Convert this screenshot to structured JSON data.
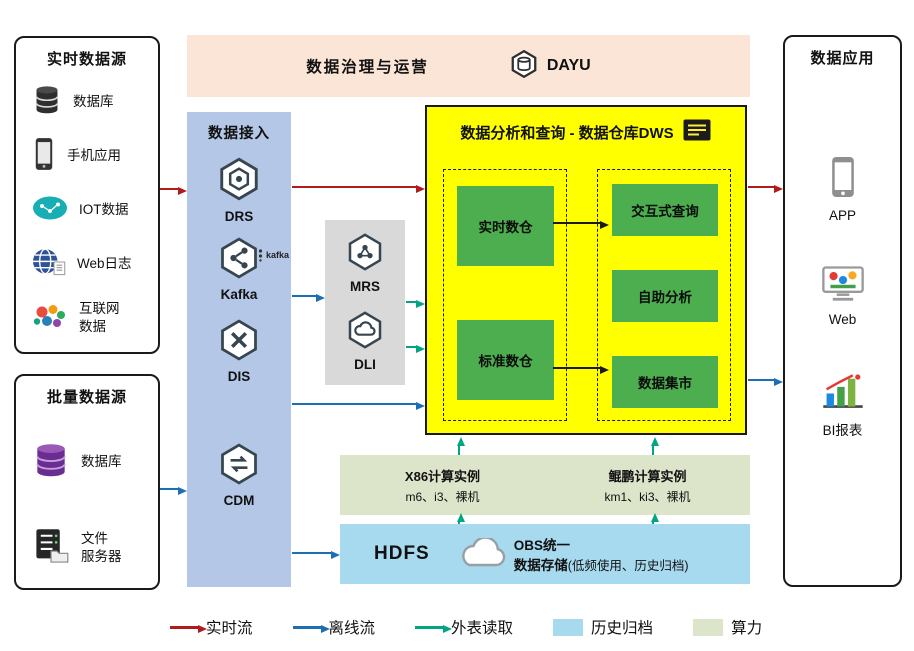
{
  "colors": {
    "red": "#b01c1c",
    "blue": "#1d6fb5",
    "teal": "#00a583",
    "yellow": "#ffff00",
    "peach": "#fbe5d6",
    "ingest": "#b4c7e7",
    "gray": "#d9d9d9",
    "green": "#4cae4f",
    "compute": "#dce4ca",
    "hdfs": "#a7d9ef",
    "purple": "#7030a0"
  },
  "realtime_sources": {
    "title": "实时数据源",
    "items": [
      {
        "label": "数据库",
        "icon": "database-icon"
      },
      {
        "label": "手机应用",
        "icon": "mobile-app-icon"
      },
      {
        "label": "IOT数据",
        "icon": "iot-icon"
      },
      {
        "label": "Web日志",
        "icon": "web-log-icon"
      },
      {
        "label": "互联网\n数据",
        "icon": "internet-data-icon"
      }
    ]
  },
  "batch_sources": {
    "title": "批量数据源",
    "items": [
      {
        "label": "数据库",
        "icon": "purple-database-icon"
      },
      {
        "label": "文件\n服务器",
        "icon": "file-server-icon"
      }
    ]
  },
  "governance": {
    "title": "数据治理与运营",
    "product": "DAYU"
  },
  "ingestion": {
    "title": "数据接入",
    "items": [
      {
        "label": "DRS"
      },
      {
        "label": "Kafka",
        "mark": "kafka"
      },
      {
        "label": "DIS"
      },
      {
        "label": "CDM"
      }
    ]
  },
  "processing": {
    "items": [
      {
        "label": "MRS"
      },
      {
        "label": "DLI"
      }
    ]
  },
  "dws": {
    "title": "数据分析和查询 - 数据仓库DWS",
    "left_boxes": [
      {
        "label": "实时数仓"
      },
      {
        "label": "标准数仓"
      }
    ],
    "right_boxes": [
      {
        "label": "交互式查询"
      },
      {
        "label": "自助分析"
      },
      {
        "label": "数据集市"
      }
    ]
  },
  "compute": {
    "x86": {
      "title": "X86计算实例",
      "spec": "m6、i3、裸机"
    },
    "kunpeng": {
      "title": "鲲鹏计算实例",
      "spec": "km1、ki3、裸机"
    }
  },
  "storage": {
    "hdfs": "HDFS",
    "obs_line1": "OBS统一",
    "obs_line2": "数据存储",
    "note": "(低频使用、历史归档)"
  },
  "applications": {
    "title": "数据应用",
    "items": [
      {
        "label": "APP"
      },
      {
        "label": "Web"
      },
      {
        "label": "BI报表"
      }
    ]
  },
  "legend": [
    {
      "label": "实时流",
      "type": "arrow",
      "color_key": "red"
    },
    {
      "label": "离线流",
      "type": "arrow",
      "color_key": "blue"
    },
    {
      "label": "外表读取",
      "type": "arrow",
      "color_key": "teal"
    },
    {
      "label": "历史归档",
      "type": "swatch",
      "color_key": "hdfs"
    },
    {
      "label": "算力",
      "type": "swatch",
      "color_key": "compute"
    }
  ]
}
